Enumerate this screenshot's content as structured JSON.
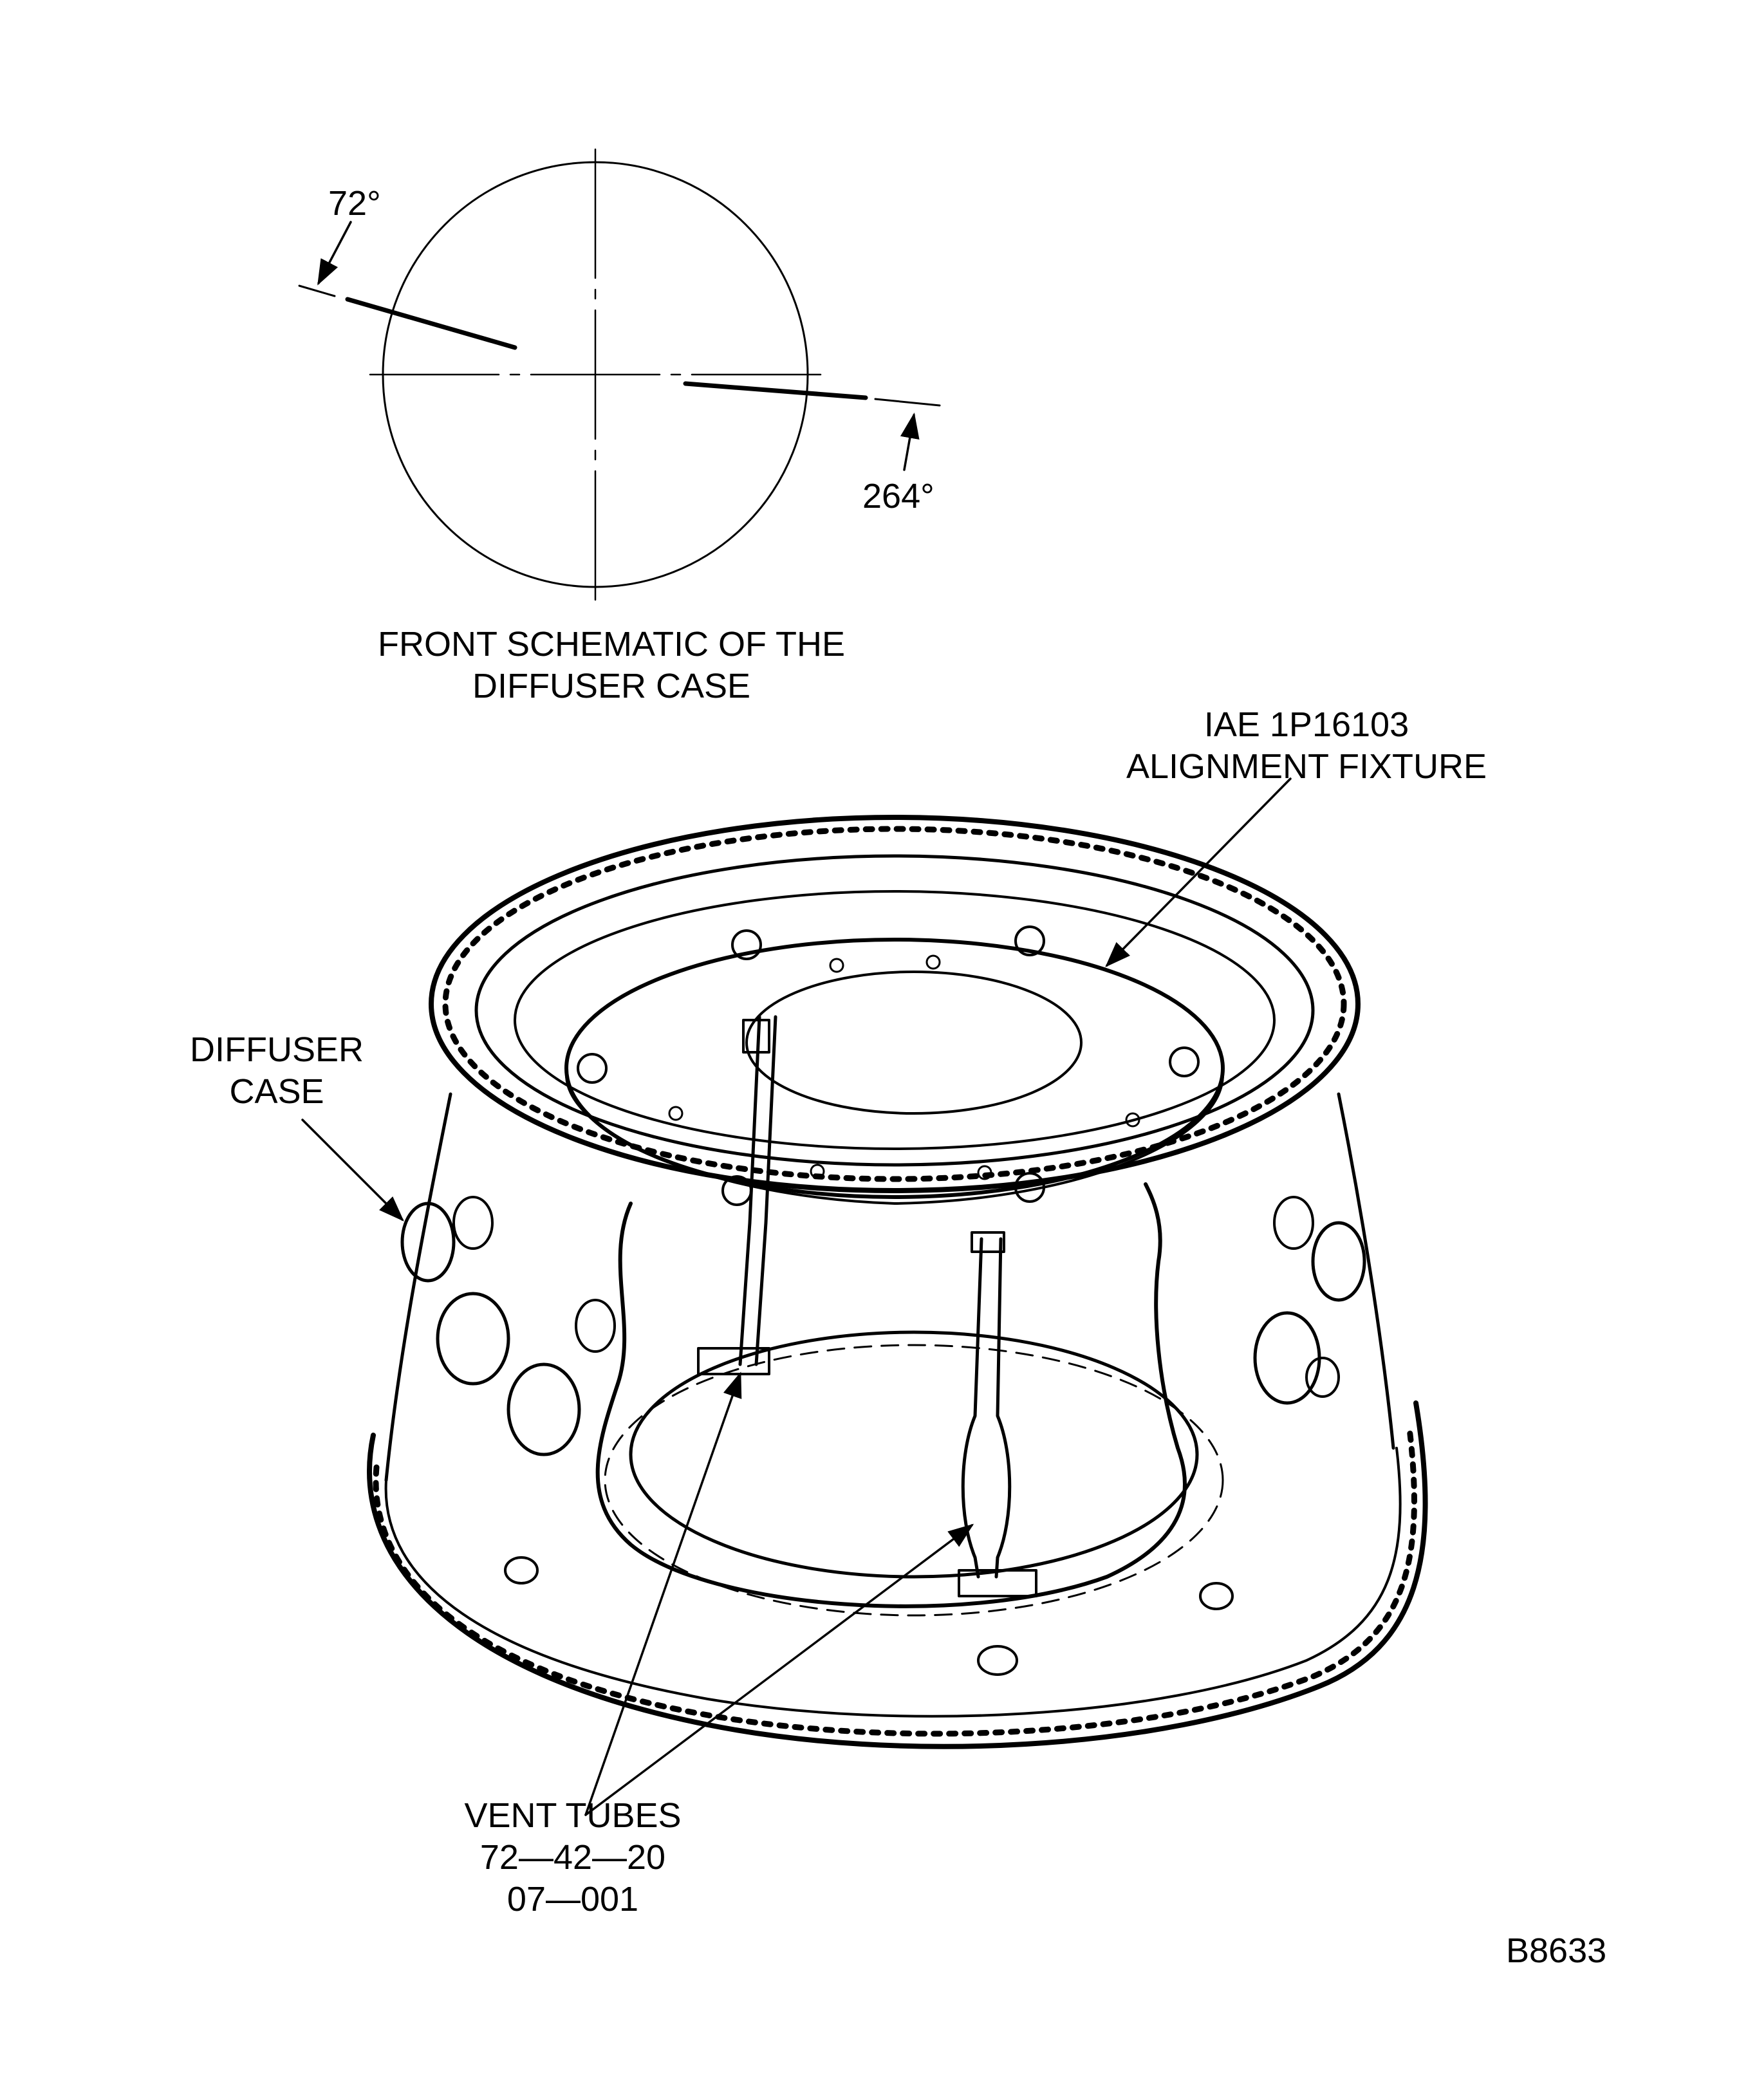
{
  "schematic": {
    "angle_top": "72°",
    "angle_bottom": "264°",
    "caption_line1": "FRONT SCHEMATIC OF THE",
    "caption_line2": "DIFFUSER CASE"
  },
  "callouts": {
    "fixture_line1": "IAE 1P16103",
    "fixture_line2": "ALIGNMENT FIXTURE",
    "case_line1": "DIFFUSER",
    "case_line2": "CASE",
    "vent_line1": "VENT TUBES",
    "vent_line2": "72—42—20",
    "vent_line3": "07—001"
  },
  "figure_id": "B8633"
}
